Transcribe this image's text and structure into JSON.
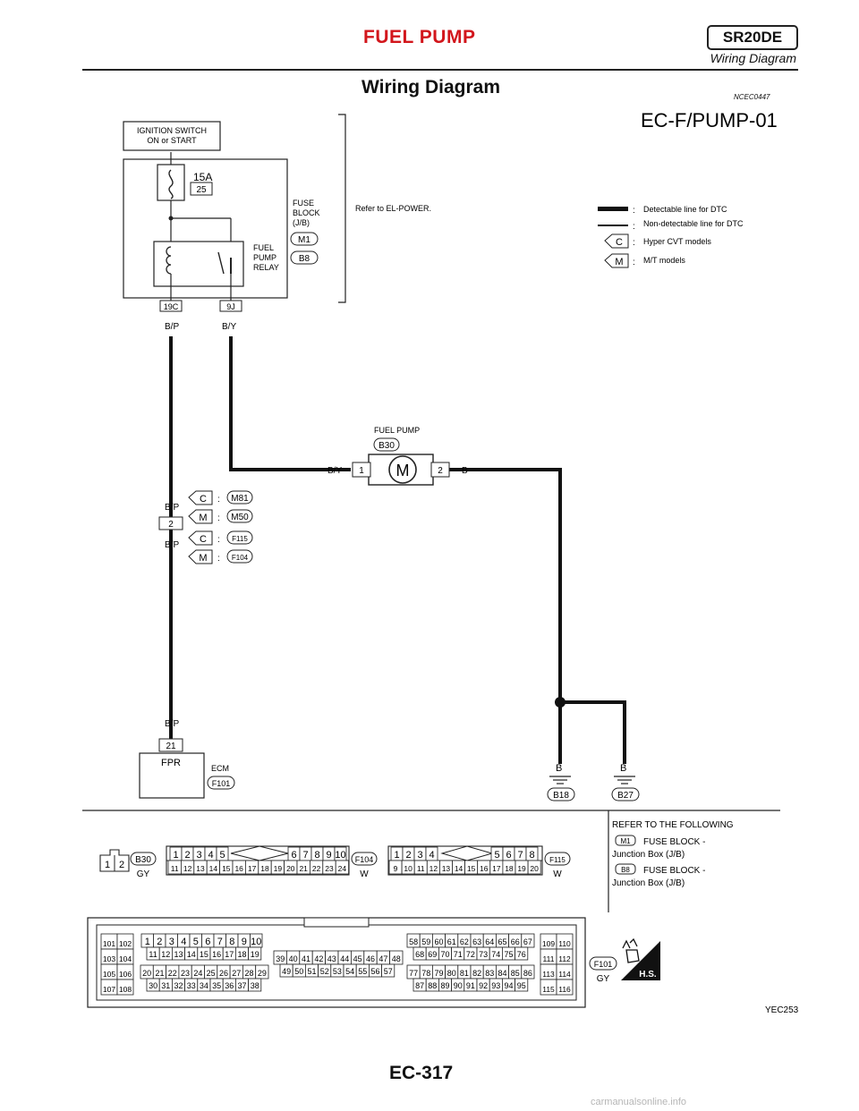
{
  "header": {
    "title": "FUEL PUMP",
    "model": "SR20DE",
    "subtitle": "Wiring Diagram",
    "section_title": "Wiring Diagram",
    "section_code": "NCEC0447"
  },
  "diagram": {
    "code": "EC-F/PUMP-01",
    "ignition_switch": {
      "line1": "IGNITION SWITCH",
      "line2": "ON or START"
    },
    "fuse": {
      "amps": "15A",
      "number": "25"
    },
    "fuse_block": {
      "line1": "FUSE",
      "line2": "BLOCK",
      "line3": "(J/B)",
      "conn1": "M1",
      "conn2": "B8"
    },
    "relay": {
      "line1": "FUEL",
      "line2": "PUMP",
      "line3": "RELAY"
    },
    "refer_text": "Refer to EL-POWER.",
    "terminals": {
      "left": "19C",
      "right": "9J"
    },
    "wire_bp": "B/P",
    "wire_by": "B/Y",
    "wire_b": "B",
    "fuel_pump": {
      "label": "FUEL PUMP",
      "conn": "B30",
      "motor": "M",
      "pin1": "1",
      "pin2": "2"
    },
    "legend": {
      "detectable": "Detectable line for DTC",
      "non_detectable": "Non-detectable line for DTC",
      "c_key": "C",
      "c_text": "Hyper CVT models",
      "m_key": "M",
      "m_text": "M/T models",
      "colon": ":"
    },
    "joint": {
      "c": "C",
      "m": "M",
      "colon": ":",
      "m81": "M81",
      "m50": "M50",
      "pin": "2",
      "f115": "F115",
      "f104": "F104"
    },
    "ecm": {
      "terminal": "21",
      "name": "FPR",
      "label": "ECM",
      "conn": "F101"
    },
    "grounds": {
      "g1": "B18",
      "g2": "B27"
    }
  },
  "connectors": {
    "b30": {
      "pins": [
        "1",
        "2"
      ],
      "id": "B30",
      "color": "GY"
    },
    "f104": {
      "top": [
        "1",
        "2",
        "3",
        "4",
        "5",
        "6",
        "7",
        "8",
        "9",
        "10"
      ],
      "bottom": [
        "11",
        "12",
        "13",
        "14",
        "15",
        "16",
        "17",
        "18",
        "19",
        "20",
        "21",
        "22",
        "23",
        "24"
      ],
      "id": "F104",
      "color": "W"
    },
    "f115": {
      "top": [
        "1",
        "2",
        "3",
        "4",
        "5",
        "6",
        "7",
        "8"
      ],
      "bottom": [
        "9",
        "10",
        "11",
        "12",
        "13",
        "14",
        "15",
        "16",
        "17",
        "18",
        "19",
        "20"
      ],
      "id": "F115",
      "color": "W"
    },
    "refer": {
      "heading": "REFER TO THE FOLLOWING",
      "item1_tag": "M1",
      "item1_line1": "FUSE BLOCK -",
      "item1_line2": "Junction Box (J/B)",
      "item2_tag": "B8",
      "item2_line1": "FUSE BLOCK -",
      "item2_line2": "Junction Box (J/B)"
    },
    "f101": {
      "left_col": [
        "101",
        "102",
        "103",
        "104",
        "105",
        "106",
        "107",
        "108"
      ],
      "row1": [
        "1",
        "2",
        "3",
        "4",
        "5",
        "6",
        "7",
        "8",
        "9",
        "10"
      ],
      "row2": [
        "11",
        "12",
        "13",
        "14",
        "15",
        "16",
        "17",
        "18",
        "19"
      ],
      "row3": [
        "20",
        "21",
        "22",
        "23",
        "24",
        "25",
        "26",
        "27",
        "28",
        "29"
      ],
      "row4": [
        "30",
        "31",
        "32",
        "33",
        "34",
        "35",
        "36",
        "37",
        "38"
      ],
      "mid_top": [
        "39",
        "40",
        "41",
        "42",
        "43",
        "44",
        "45",
        "46",
        "47",
        "48"
      ],
      "mid_bottom": [
        "49",
        "50",
        "51",
        "52",
        "53",
        "54",
        "55",
        "56",
        "57"
      ],
      "row5": [
        "58",
        "59",
        "60",
        "61",
        "62",
        "63",
        "64",
        "65",
        "66",
        "67"
      ],
      "row6": [
        "68",
        "69",
        "70",
        "71",
        "72",
        "73",
        "74",
        "75",
        "76"
      ],
      "row7": [
        "77",
        "78",
        "79",
        "80",
        "81",
        "82",
        "83",
        "84",
        "85",
        "86"
      ],
      "row8": [
        "87",
        "88",
        "89",
        "90",
        "91",
        "92",
        "93",
        "94",
        "95"
      ],
      "right_col": [
        "109",
        "110",
        "111",
        "112",
        "113",
        "114",
        "115",
        "116"
      ],
      "id": "F101",
      "color": "GY",
      "hs": "H.S."
    },
    "figure_code": "YEC253"
  },
  "footer": {
    "page": "EC-317",
    "watermark": "carmanualsonline.info"
  }
}
